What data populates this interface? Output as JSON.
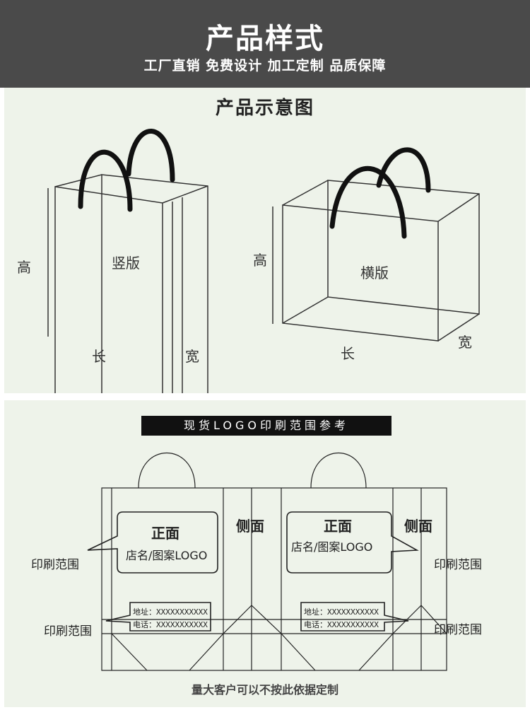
{
  "header": {
    "title": "产品样式",
    "subtitle": "工厂直销 免费设计 加工定制 品质保障"
  },
  "diagram": {
    "title": "产品示意图",
    "vertical": {
      "label": "竖版",
      "height": "高",
      "length": "长",
      "width": "宽"
    },
    "horizontal": {
      "label": "横版",
      "height": "高",
      "length": "长",
      "width": "宽"
    }
  },
  "print_ref": {
    "banner": "现货LOGO印刷范围参考",
    "front_title": "正面",
    "front_sub": "店名/图案LOGO",
    "side": "侧面",
    "print_range": "印刷范围",
    "address": "地址：XXXXXXXXXXX",
    "phone": "电话：XXXXXXXXXXX",
    "footer": "量大客户可以不按此依据定制"
  }
}
